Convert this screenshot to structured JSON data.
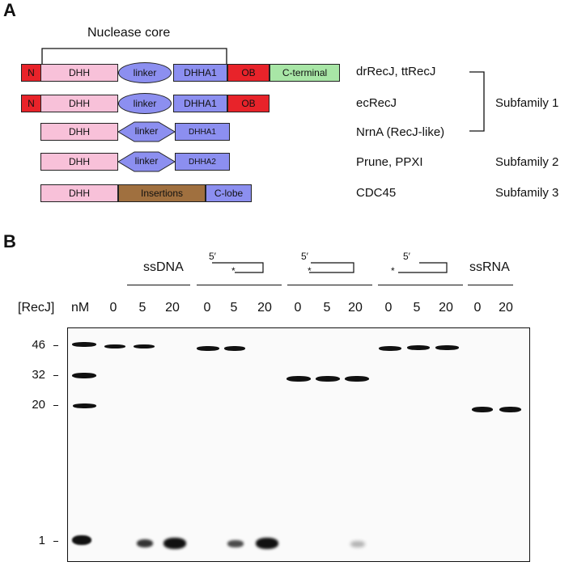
{
  "panel_a": {
    "letter": "A",
    "core_label": "Nuclease core",
    "rows": [
      {
        "domains": [
          "N",
          "DHH",
          "linker",
          "DHHA1",
          "OB",
          "C-terminal"
        ],
        "name": "drRecJ, ttRecJ"
      },
      {
        "domains": [
          "N",
          "DHH",
          "linker",
          "DHHA1",
          "OB"
        ],
        "name": "ecRecJ"
      },
      {
        "domains": [
          "DHH",
          "linker",
          "DHHA1"
        ],
        "name": "NrnA (RecJ-like)"
      },
      {
        "domains": [
          "DHH",
          "linker",
          "DHHA2"
        ],
        "name": "Prune, PPXI"
      },
      {
        "domains": [
          "DHH",
          "Insertions",
          "C-lobe"
        ],
        "name": "CDC45"
      }
    ],
    "subfamilies": [
      "Subfamily 1",
      "Subfamily 2",
      "Subfamily 3"
    ],
    "colors": {
      "N": "#e8232a",
      "DHH": "#f8c1d9",
      "linker": "#8c8ff0",
      "DHHA": "#8c8ff0",
      "OB": "#e8232a",
      "C-terminal": "#a8e6a6",
      "Insertions": "#a0703f",
      "C-lobe": "#8c8ff0"
    }
  },
  "panel_b": {
    "letter": "B",
    "groups": [
      "ssDNA",
      "ssRNA"
    ],
    "substrate_marks": [
      "5′",
      "*",
      "5′",
      "*",
      "5′",
      "*"
    ],
    "row_label": "[RecJ]",
    "unit": "nM",
    "concentrations": [
      "0",
      "5",
      "20",
      "0",
      "5",
      "20",
      "0",
      "5",
      "20",
      "0",
      "5",
      "20",
      "0",
      "20"
    ],
    "size_markers": [
      "46",
      "32",
      "20",
      "1"
    ],
    "band_intensity": {
      "ladder": [
        1,
        1,
        1,
        1
      ],
      "product_1nt": [
        0.0,
        0.7,
        1.0,
        0.0,
        0.65,
        1.0,
        0.0,
        0.0,
        0.25,
        0.0,
        0.0,
        0.0,
        0.0,
        0.0
      ]
    }
  }
}
